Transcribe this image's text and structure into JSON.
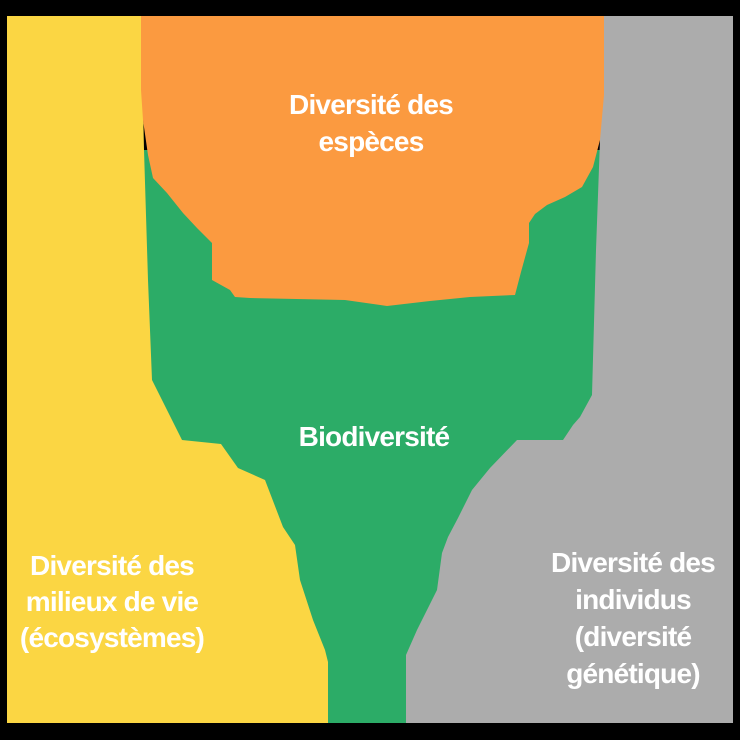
{
  "canvas": {
    "background": "#000000",
    "text_color": "#ffffff"
  },
  "regions": {
    "species": {
      "color": "#FB9A40",
      "lines": [
        "Diversité des",
        "espèces"
      ]
    },
    "biodiversity": {
      "color": "#2CAC67",
      "lines": [
        "Biodiversité"
      ]
    },
    "ecosystems": {
      "color": "#FBD643",
      "lines": [
        "Diversité des",
        "milieux de vie",
        "(écosystèmes)"
      ]
    },
    "genetic": {
      "color": "#ACACAC",
      "lines": [
        "Diversité des",
        "individus",
        "(diversité",
        "génétique)"
      ]
    }
  }
}
